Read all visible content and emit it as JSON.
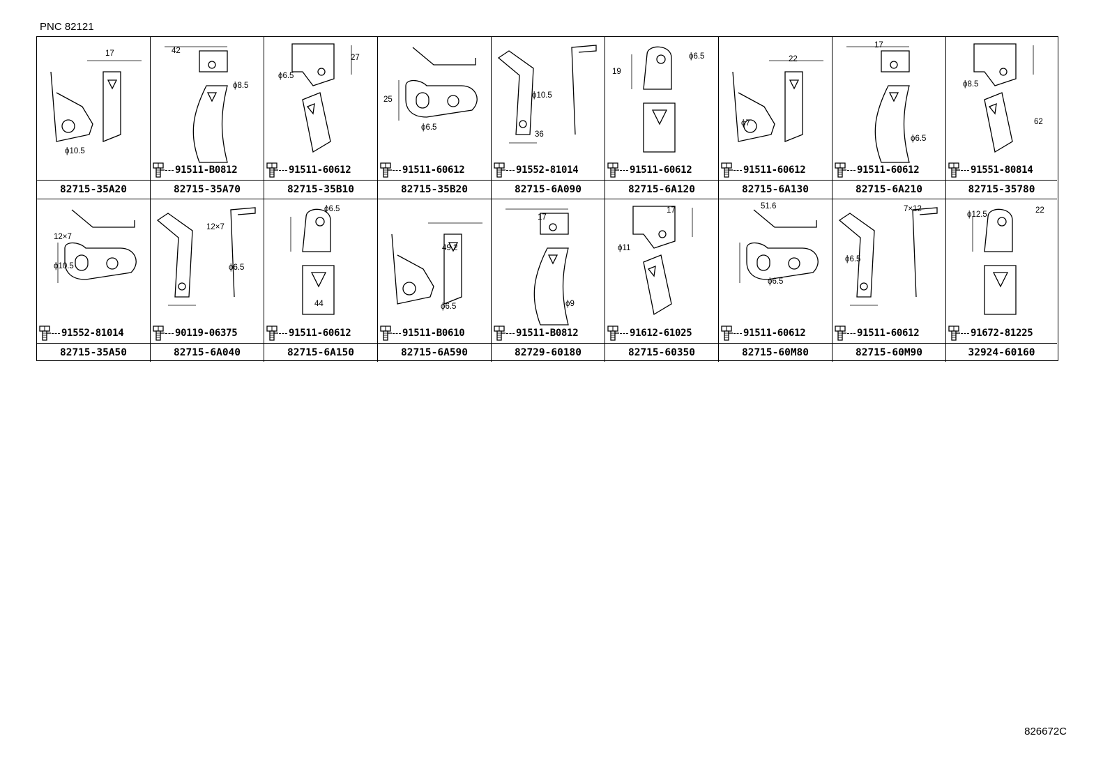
{
  "header": {
    "pnc": "PNC 82121"
  },
  "footer": {
    "doc_id": "826672C"
  },
  "parts": [
    {
      "part_no": "82715-35A20",
      "bolt": "",
      "dims": [
        "17",
        "ϕ10.5"
      ]
    },
    {
      "part_no": "82715-35A70",
      "bolt": "91511-B0812",
      "dims": [
        "42",
        "ϕ8.5"
      ]
    },
    {
      "part_no": "82715-35B10",
      "bolt": "91511-60612",
      "dims": [
        "ϕ6.5",
        "27"
      ]
    },
    {
      "part_no": "82715-35B20",
      "bolt": "91511-60612",
      "dims": [
        "25",
        "ϕ6.5"
      ]
    },
    {
      "part_no": "82715-6A090",
      "bolt": "91552-81014",
      "dims": [
        "ϕ10.5",
        "36"
      ]
    },
    {
      "part_no": "82715-6A120",
      "bolt": "91511-60612",
      "dims": [
        "19",
        "ϕ6.5"
      ]
    },
    {
      "part_no": "82715-6A130",
      "bolt": "91511-60612",
      "dims": [
        "22",
        "ϕ7"
      ]
    },
    {
      "part_no": "82715-6A210",
      "bolt": "91511-60612",
      "dims": [
        "17",
        "ϕ6.5"
      ]
    },
    {
      "part_no": "82715-35780",
      "bolt": "91551-80814",
      "dims": [
        "ϕ8.5",
        "62"
      ]
    },
    {
      "part_no": "82715-35A50",
      "bolt": "91552-81014",
      "dims": [
        "12×7",
        "ϕ10.5"
      ]
    },
    {
      "part_no": "82715-6A040",
      "bolt": "90119-06375",
      "dims": [
        "12×7",
        "ϕ6.5"
      ]
    },
    {
      "part_no": "82715-6A150",
      "bolt": "91511-60612",
      "dims": [
        "ϕ6.5",
        "44"
      ]
    },
    {
      "part_no": "82715-6A590",
      "bolt": "91511-B0610",
      "dims": [
        "49.2",
        "ϕ6.5"
      ]
    },
    {
      "part_no": "82729-60180",
      "bolt": "91511-B0812",
      "dims": [
        "17",
        "ϕ9"
      ]
    },
    {
      "part_no": "82715-60350",
      "bolt": "91612-61025",
      "dims": [
        "17",
        "ϕ11"
      ]
    },
    {
      "part_no": "82715-60M80",
      "bolt": "91511-60612",
      "dims": [
        "51.6",
        "ϕ6.5"
      ]
    },
    {
      "part_no": "82715-60M90",
      "bolt": "91511-60612",
      "dims": [
        "7×12",
        "ϕ6.5"
      ]
    },
    {
      "part_no": "32924-60160",
      "bolt": "91672-81225",
      "dims": [
        "ϕ12.5",
        "22"
      ]
    }
  ]
}
